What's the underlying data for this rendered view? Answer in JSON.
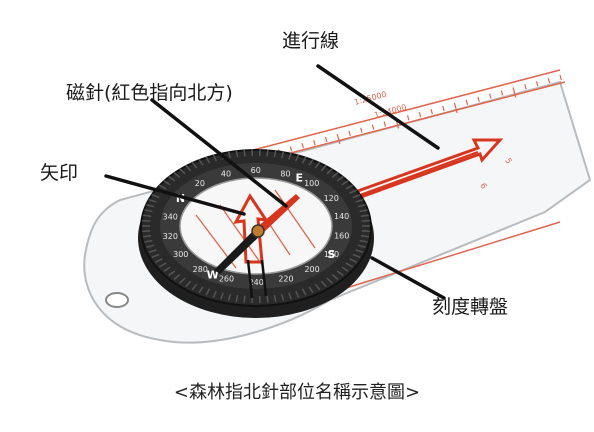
{
  "labels": {
    "direction_line": "進行線",
    "magnetic_needle": "磁針(紅色指向北方)",
    "arrow": "矢印",
    "rotating_dial": "刻度轉盤"
  },
  "dial": {
    "cardinals": [
      "N",
      "E",
      "S",
      "W"
    ],
    "degree_marks": [
      "20",
      "40",
      "60",
      "80",
      "100",
      "120",
      "140",
      "160",
      "180",
      "200",
      "220",
      "240",
      "260",
      "280",
      "300",
      "320",
      "340"
    ]
  },
  "caption": "<森林指北針部位名稱示意圖>",
  "colors": {
    "needle_red": "#d8351e",
    "ruler_red": "#e0654f",
    "bezel": "#2a2a2a",
    "baseplate": "#f4f6f7"
  },
  "icons": {
    "direction_arrow": "direction-of-travel-arrow-icon",
    "needle": "magnetic-needle-icon"
  }
}
